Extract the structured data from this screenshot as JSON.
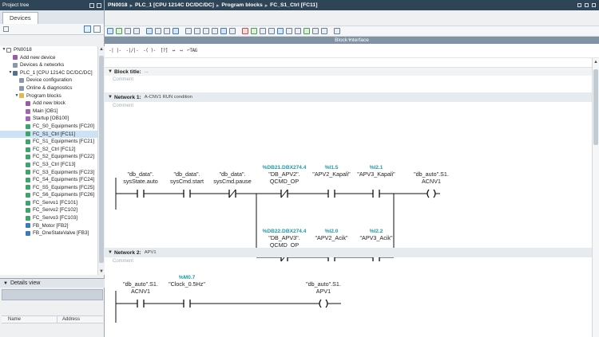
{
  "project_tree": {
    "title": "Project tree",
    "tab": "Devices",
    "items": [
      {
        "label": "PN0018",
        "level": 0,
        "icon": "project-icon",
        "twisty": "▼"
      },
      {
        "label": "Add new device",
        "level": 1,
        "icon": "add-device-icon",
        "twisty": ""
      },
      {
        "label": "Devices & networks",
        "level": 1,
        "icon": "network-icon",
        "twisty": ""
      },
      {
        "label": "PLC_1 [CPU 1214C DC/DC/DC]",
        "level": 1,
        "icon": "cpu-icon",
        "twisty": "▼"
      },
      {
        "label": "Device configuration",
        "level": 2,
        "icon": "device-config-icon",
        "twisty": ""
      },
      {
        "label": "Online & diagnostics",
        "level": 2,
        "icon": "diagnostics-icon",
        "twisty": ""
      },
      {
        "label": "Program blocks",
        "level": 2,
        "icon": "folder-icon",
        "twisty": "▼"
      },
      {
        "label": "Add new block",
        "level": 3,
        "icon": "add-block-icon",
        "twisty": ""
      },
      {
        "label": "Main [OB1]",
        "level": 3,
        "icon": "ob-icon",
        "twisty": ""
      },
      {
        "label": "Startup [OB100]",
        "level": 3,
        "icon": "ob-icon",
        "twisty": ""
      },
      {
        "label": "FC_S0_Equipments [FC20]",
        "level": 3,
        "icon": "fc-icon",
        "twisty": ""
      },
      {
        "label": "FC_S1_Ctrl [FC11]",
        "level": 3,
        "icon": "fc-icon",
        "twisty": "",
        "selected": true
      },
      {
        "label": "FC_S1_Equipments [FC21]",
        "level": 3,
        "icon": "fc-icon",
        "twisty": ""
      },
      {
        "label": "FC_S2_Ctrl [FC12]",
        "level": 3,
        "icon": "fc-icon",
        "twisty": ""
      },
      {
        "label": "FC_S2_Equipments [FC22]",
        "level": 3,
        "icon": "fc-icon",
        "twisty": ""
      },
      {
        "label": "FC_S3_Ctrl [FC13]",
        "level": 3,
        "icon": "fc-icon",
        "twisty": ""
      },
      {
        "label": "FC_S3_Equipments [FC23]",
        "level": 3,
        "icon": "fc-icon",
        "twisty": ""
      },
      {
        "label": "FC_S4_Equipments [FC24]",
        "level": 3,
        "icon": "fc-icon",
        "twisty": ""
      },
      {
        "label": "FC_S5_Equipments [FC25]",
        "level": 3,
        "icon": "fc-icon",
        "twisty": ""
      },
      {
        "label": "FC_S6_Equipments [FC26]",
        "level": 3,
        "icon": "fc-icon",
        "twisty": ""
      },
      {
        "label": "FC_Servo1 [FC101]",
        "level": 3,
        "icon": "fc-icon",
        "twisty": ""
      },
      {
        "label": "FC_Servo2 [FC102]",
        "level": 3,
        "icon": "fc-icon",
        "twisty": ""
      },
      {
        "label": "FC_Servo3 [FC103]",
        "level": 3,
        "icon": "fc-icon",
        "twisty": ""
      },
      {
        "label": "FB_Motor [FB2]",
        "level": 3,
        "icon": "fb-icon",
        "twisty": ""
      },
      {
        "label": "FB_OneStateValve [FB3]",
        "level": 3,
        "icon": "fb-icon",
        "twisty": ""
      }
    ]
  },
  "details": {
    "title": "Details view",
    "col_name": "Name",
    "col_address": "Address"
  },
  "breadcrumb": [
    "PN0018",
    "PLC_1 [CPU 1214C DC/DC/DC]",
    "Program blocks",
    "FC_S1_Ctrl [FC11]"
  ],
  "block_interface_label": "Block interface",
  "block": {
    "title_label": "Block title:",
    "title_value": "...",
    "comment": "Comment"
  },
  "networks": [
    {
      "label": "Network 1:",
      "title": "A-CNV1 RUN condition",
      "comment": "Comment",
      "contacts": [
        {
          "addr": "",
          "name1": "\"db_data\".",
          "name2": "sysState.auto",
          "type": "NO"
        },
        {
          "addr": "",
          "name1": "\"db_data\".",
          "name2": "sysCmd.start",
          "type": "NO"
        },
        {
          "addr": "",
          "name1": "\"db_data\".",
          "name2": "sysCmd.pause",
          "type": "NC"
        },
        {
          "addr": "%DB21.DBX274.4",
          "name1": "\"DB_APV2\".",
          "name2": "QCMD_OP",
          "type": "NC"
        },
        {
          "addr": "%I1.5",
          "name1": "\"APV2_Kapali\"",
          "name2": "",
          "type": "NO"
        },
        {
          "addr": "%I2.1",
          "name1": "\"APV3_Kapali\"",
          "name2": "",
          "type": "NO"
        },
        {
          "addr": "%DB22.DBX274.4",
          "name1": "\"DB_APV3\".",
          "name2": "QCMD_OP",
          "type": "NC"
        },
        {
          "addr": "%I2.0",
          "name1": "\"APV2_Acik\"",
          "name2": "",
          "type": "NO"
        },
        {
          "addr": "%I2.2",
          "name1": "\"APV3_Acik\"",
          "name2": "",
          "type": "NO"
        }
      ],
      "coil": {
        "addr": "",
        "name1": "\"db_auto\".S1.",
        "name2": "ACNV1"
      }
    },
    {
      "label": "Network 2:",
      "title": "APV1",
      "comment": "Comment",
      "contacts": [
        {
          "addr": "",
          "name1": "\"db_auto\".S1.",
          "name2": "ACNV1",
          "type": "NO"
        },
        {
          "addr": "%M0.7",
          "name1": "\"Clock_0.5Hz\"",
          "name2": "",
          "type": "NO"
        }
      ],
      "coil": {
        "addr": "",
        "name1": "\"db_auto\".S1.",
        "name2": "APV1"
      }
    }
  ]
}
